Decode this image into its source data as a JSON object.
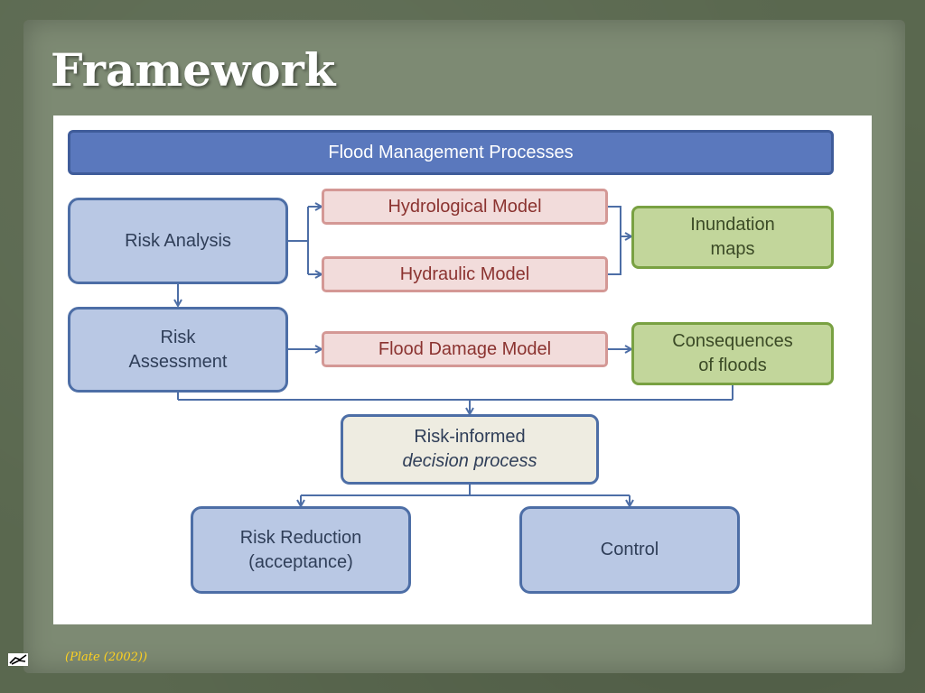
{
  "slide": {
    "title": "Framework",
    "citation": "(Plate (2002))",
    "footer_icon": "hand-pointer-icon"
  },
  "diagram": {
    "header": "Flood Management Processes",
    "risk_analysis": "Risk Analysis",
    "risk_assessment_line1": "Risk",
    "risk_assessment_line2": "Assessment",
    "hydrological_model": "Hydrological Model",
    "hydraulic_model": "Hydraulic Model",
    "flood_damage_model": "Flood Damage Model",
    "inundation_line1": "Inundation",
    "inundation_line2": "maps",
    "consequences_line1": "Consequences",
    "consequences_line2": "of floods",
    "decision_line1": "Risk-informed",
    "decision_line2": "decision process",
    "risk_reduction_line1": "Risk Reduction",
    "risk_reduction_line2": "(acceptance)",
    "control": "Control"
  },
  "colors": {
    "blue_fill": "#b9c8e4",
    "blue_border": "#4d6ea6",
    "header_fill": "#5a78bd",
    "pink_fill": "#f2dcdb",
    "pink_text": "#8b3330",
    "green_fill": "#c2d69b",
    "cream_fill": "#eeece1",
    "citation": "#ffd21f"
  }
}
